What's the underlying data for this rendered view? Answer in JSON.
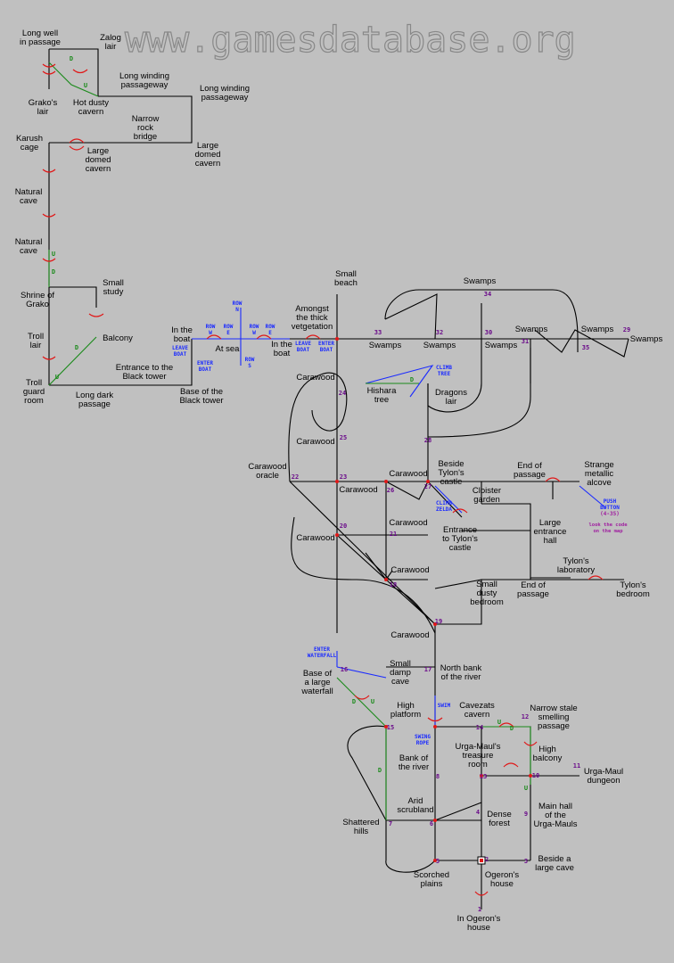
{
  "watermark": "www.gamesdatabase.org",
  "rooms": {
    "long_well": "Long well",
    "in_passage": "in passage",
    "zalog_lair_1": "Zalog",
    "zalog_lair_2": "lair",
    "grako_lair_1": "Grako's",
    "grako_lair_2": "lair",
    "hot_dusty_1": "Hot dusty",
    "hot_dusty_2": "cavern",
    "long_winding_a_1": "Long winding",
    "long_winding_a_2": "passageway",
    "long_winding_b_1": "Long winding",
    "long_winding_b_2": "passageway",
    "narrow_rock_1": "Narrow",
    "narrow_rock_2": "rock",
    "narrow_rock_3": "bridge",
    "karush_1": "Karush",
    "karush_2": "cage",
    "large_domed_a_1": "Large",
    "large_domed_a_2": "domed",
    "large_domed_a_3": "cavern",
    "large_domed_b_1": "Large",
    "large_domed_b_2": "domed",
    "large_domed_b_3": "cavern",
    "natural_cave_a_1": "Natural",
    "natural_cave_a_2": "cave",
    "natural_cave_b_1": "Natural",
    "natural_cave_b_2": "cave",
    "shrine_1": "Shrine of",
    "shrine_2": "Grako",
    "small_study_1": "Small",
    "small_study_2": "study",
    "balcony": "Balcony",
    "troll_lair_1": "Troll",
    "troll_lair_2": "lair",
    "troll_guard_1": "Troll",
    "troll_guard_2": "guard",
    "troll_guard_3": "room",
    "long_dark_1": "Long dark",
    "long_dark_2": "passage",
    "entrance_black_1": "Entrance to the",
    "entrance_black_2": "Black tower",
    "base_black_1": "Base of the",
    "base_black_2": "Black tower",
    "in_boat_a_1": "In the",
    "in_boat_a_2": "boat",
    "at_sea": "At sea",
    "in_boat_b_1": "In the",
    "in_boat_b_2": "boat",
    "small_beach_1": "Small",
    "small_beach_2": "beach",
    "amongst_1": "Amongst",
    "amongst_2": "the thick",
    "amongst_3": "vetgetation",
    "swamps_a": "Swamps",
    "swamps_b": "Swamps",
    "swamps_c": "Swamps",
    "swamps_d": "Swamps",
    "swamps_e": "Swamps",
    "swamps_f": "Swamps",
    "swamps_g": "Swamps",
    "hishara_1": "Hishara",
    "hishara_2": "tree",
    "dragons_1": "Dragons",
    "dragons_2": "lair",
    "carawood_a": "Carawood",
    "carawood_b": "Carawood",
    "carawood_oracle_1": "Carawood",
    "carawood_oracle_2": "oracle",
    "carawood_c": "Carawood",
    "carawood_d": "Carawood",
    "carawood_e": "Carawood",
    "carawood_f": "Carawood",
    "carawood_g": "Carawood",
    "carawood_h": "Carawood",
    "beside_tylon_1": "Beside",
    "beside_tylon_2": "Tylon's",
    "beside_tylon_3": "castle",
    "entrance_tylon_1": "Entrance",
    "entrance_tylon_2": "to Tylon's",
    "entrance_tylon_3": "castle",
    "cloister_1": "Cloister",
    "cloister_2": "garden",
    "end_passage_a_1": "End of",
    "end_passage_a_2": "passage",
    "strange_alcove_1": "Strange",
    "strange_alcove_2": "metallic",
    "strange_alcove_3": "alcove",
    "large_entrance_1": "Large",
    "large_entrance_2": "entrance",
    "large_entrance_3": "hall",
    "tylon_lab_1": "Tylon's",
    "tylon_lab_2": "laboratory",
    "small_dusty_1": "Small",
    "small_dusty_2": "dusty",
    "small_dusty_3": "bedroom",
    "end_passage_b_1": "End of",
    "end_passage_b_2": "passage",
    "tylon_bed_1": "Tylon's",
    "tylon_bed_2": "bedroom",
    "small_damp_1": "Small",
    "small_damp_2": "damp",
    "small_damp_3": "cave",
    "base_waterfall_1": "Base of",
    "base_waterfall_2": "a large",
    "base_waterfall_3": "waterfall",
    "north_bank_1": "North bank",
    "north_bank_2": "of the river",
    "high_platform_1": "High",
    "high_platform_2": "platform",
    "cavezats_1": "Cavezats",
    "cavezats_2": "cavern",
    "narrow_stale_1": "Narrow stale",
    "narrow_stale_2": "smelling",
    "narrow_stale_3": "passage",
    "high_balcony_1": "High",
    "high_balcony_2": "balcony",
    "urga_treasure_1": "Urga-Maul's",
    "urga_treasure_2": "treasure",
    "urga_treasure_3": "room",
    "bank_river_1": "Bank of",
    "bank_river_2": "the river",
    "urga_dungeon_1": "Urga-Maul",
    "urga_dungeon_2": "dungeon",
    "main_hall_1": "Main hall",
    "main_hall_2": "of the",
    "main_hall_3": "Urga-Mauls",
    "arid_1": "Arid",
    "arid_2": "scrubland",
    "dense_forest_1": "Dense",
    "dense_forest_2": "forest",
    "shattered_1": "Shattered",
    "shattered_2": "hills",
    "beside_cave_1": "Beside a",
    "beside_cave_2": "large cave",
    "scorched_1": "Scorched",
    "scorched_2": "plains",
    "ogeron_house_1": "Ogeron's",
    "ogeron_house_2": "house",
    "in_ogeron_1": "In Ogeron's",
    "in_ogeron_2": "house"
  },
  "numbers": {
    "n1": "1",
    "n2": "2",
    "n3": "3",
    "n4": "4",
    "n5": "5",
    "n6": "6",
    "n7": "7",
    "n8": "8",
    "n9": "9",
    "n10": "10",
    "n11": "11",
    "n12": "12",
    "n13": "13",
    "n14": "14",
    "n15": "15",
    "n16": "16",
    "n17": "17",
    "n18": "18",
    "n19": "19",
    "n20": "20",
    "n21": "21",
    "n22": "22",
    "n23": "23",
    "n24": "24",
    "n25": "25",
    "n26": "26",
    "n27": "27",
    "n28": "28",
    "n29": "29",
    "n30": "30",
    "n31": "31",
    "n32": "32",
    "n33": "33",
    "n34": "34",
    "n35": "35"
  },
  "actions": {
    "row_n_1": "ROW",
    "row_n_2": "N",
    "row_w_1": "ROW",
    "row_w_2": "W",
    "row_e_1": "ROW",
    "row_e_2": "E",
    "row_w2_1": "ROW",
    "row_w2_2": "W",
    "row_e2_1": "ROW",
    "row_e2_2": "E",
    "row_s_1": "ROW",
    "row_s_2": "S",
    "leave_boat_a_1": "LEAVE",
    "leave_boat_a_2": "BOAT",
    "enter_boat_a_1": "ENTER",
    "enter_boat_a_2": "BOAT",
    "leave_boat_b_1": "LEAVE",
    "leave_boat_b_2": "BOAT",
    "enter_boat_b_1": "ENTER",
    "enter_boat_b_2": "BOAT",
    "climb_tree_1": "CLIMB",
    "climb_tree_2": "TREE",
    "climb_zelda_1": "CLIMB",
    "climb_zelda_2": "ZELDA",
    "push_button_1": "PUSH",
    "push_button_2": "BUTTON",
    "push_button_3": "(4-35)",
    "enter_waterfall_1": "ENTER",
    "enter_waterfall_2": "WATERFALL",
    "swim": "SWIM",
    "swing_rope_1": "SWING",
    "swing_rope_2": "ROPE"
  },
  "notes": {
    "code_1": "look the code",
    "code_2": "on the map"
  },
  "dir_labels": {
    "d": "D",
    "u": "U"
  }
}
